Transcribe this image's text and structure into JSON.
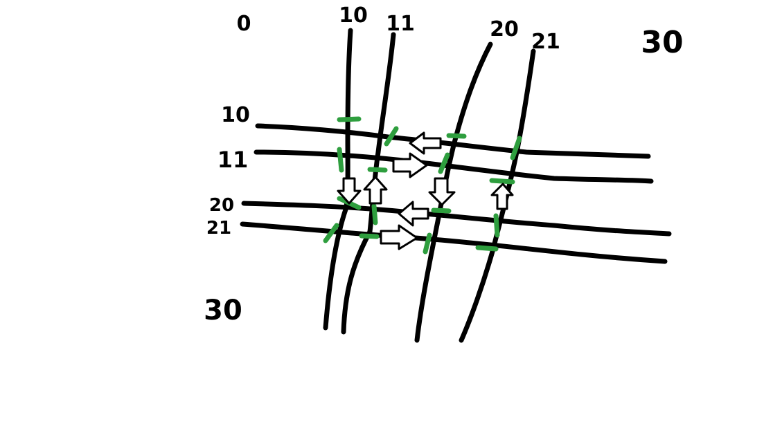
{
  "colors": {
    "background": "#ffffff",
    "road": "#000000",
    "marker": "#2e9e3e",
    "arrow_fill": "#ffffff",
    "arrow_stroke": "#000000"
  },
  "labels": {
    "top_left": "0",
    "top_right": "30",
    "bottom_left": "30",
    "vertical_roads": [
      "10",
      "11",
      "20",
      "21"
    ],
    "horizontal_roads": [
      "10",
      "11",
      "20",
      "21"
    ]
  }
}
